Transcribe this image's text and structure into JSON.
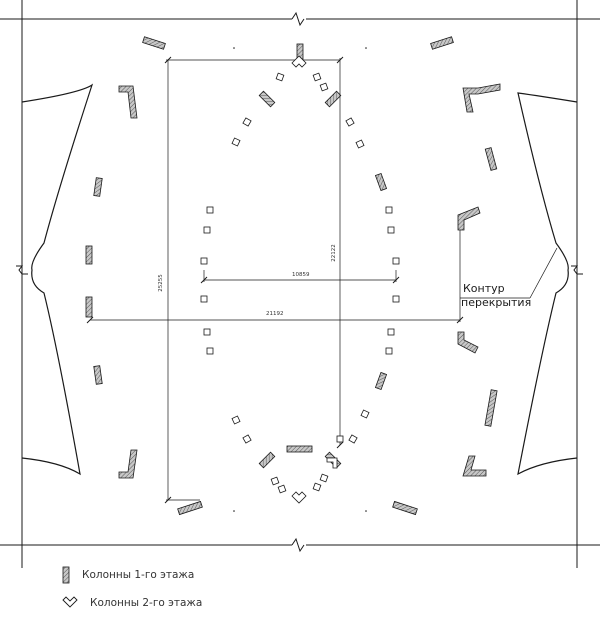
{
  "drawing": {
    "contour_label_line1": "Контур",
    "contour_label_line2": "перекрытия",
    "dimensions": {
      "width_outer": "21192",
      "width_inner": "10859",
      "height_outer": "25255",
      "height_inner": "22122"
    }
  },
  "legend": {
    "columns_floor1": "Колонны 1-го этажа",
    "columns_floor2": "Колонны 2-го этажа"
  },
  "colors": {
    "line": "#1a1a1a",
    "hatch_fill": "#9a9a9a",
    "background": "#ffffff"
  }
}
